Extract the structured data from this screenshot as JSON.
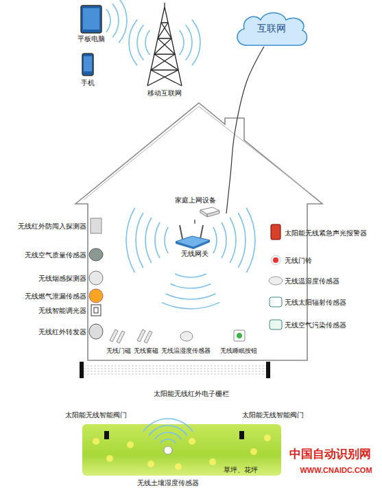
{
  "diagram": {
    "nodes": [
      {
        "text": [
          "互联网"
        ]
      },
      {
        "text": [
          "家庭上网设备"
        ]
      },
      {
        "text": [
          "无线网关"
        ]
      },
      {
        "text": [
          "草坪、花坪"
        ]
      }
    ],
    "edges": [
      {
        "from": 1,
        "to": 0,
        "arrow": "none"
      },
      {
        "from": 2,
        "to": 1,
        "arrow": "none"
      }
    ],
    "labels": [
      "平板电脑",
      "手机",
      "移动互联网",
      "无线红外防闯入探测器",
      "无线空气质量传感器",
      "无线烟感探测器",
      "无线燃气泄漏传感器",
      "无线智能调光器",
      "无线红外转发器",
      "无线门磁",
      "无线窗磁",
      "无线温湿度传感器",
      "无线睡眠按钮",
      "太阳能无线紧急声光报警器",
      "无线门铃",
      "无线温湿度传感器",
      "无线太阳辐射传感器",
      "无线空气污染传感器",
      "太阳能无线红外电子栅栏",
      "太阳能无线智能阀门",
      "太阳能无线智能阀门",
      "无线土壤湿度传感器",
      "中国自动识别网",
      "WWW.CNAIDC.COM"
    ]
  }
}
